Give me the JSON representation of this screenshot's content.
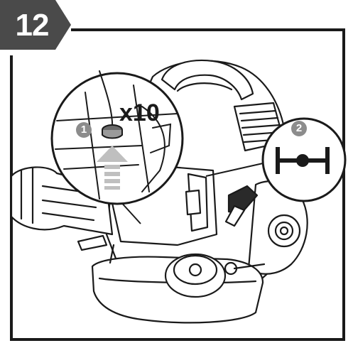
{
  "step": {
    "number": "12"
  },
  "callout_zoom": {
    "badge": "1",
    "repeat_label": "x10",
    "arrow_direction": "up"
  },
  "callout_adjust": {
    "badge": "2",
    "symbol": "centered-position-icon"
  },
  "colors": {
    "tab_fill": "#4a4a4a",
    "line": "#1a1a1a",
    "badge_fill": "#8c8c8c",
    "arrow_fill": "#bfbfbf"
  }
}
